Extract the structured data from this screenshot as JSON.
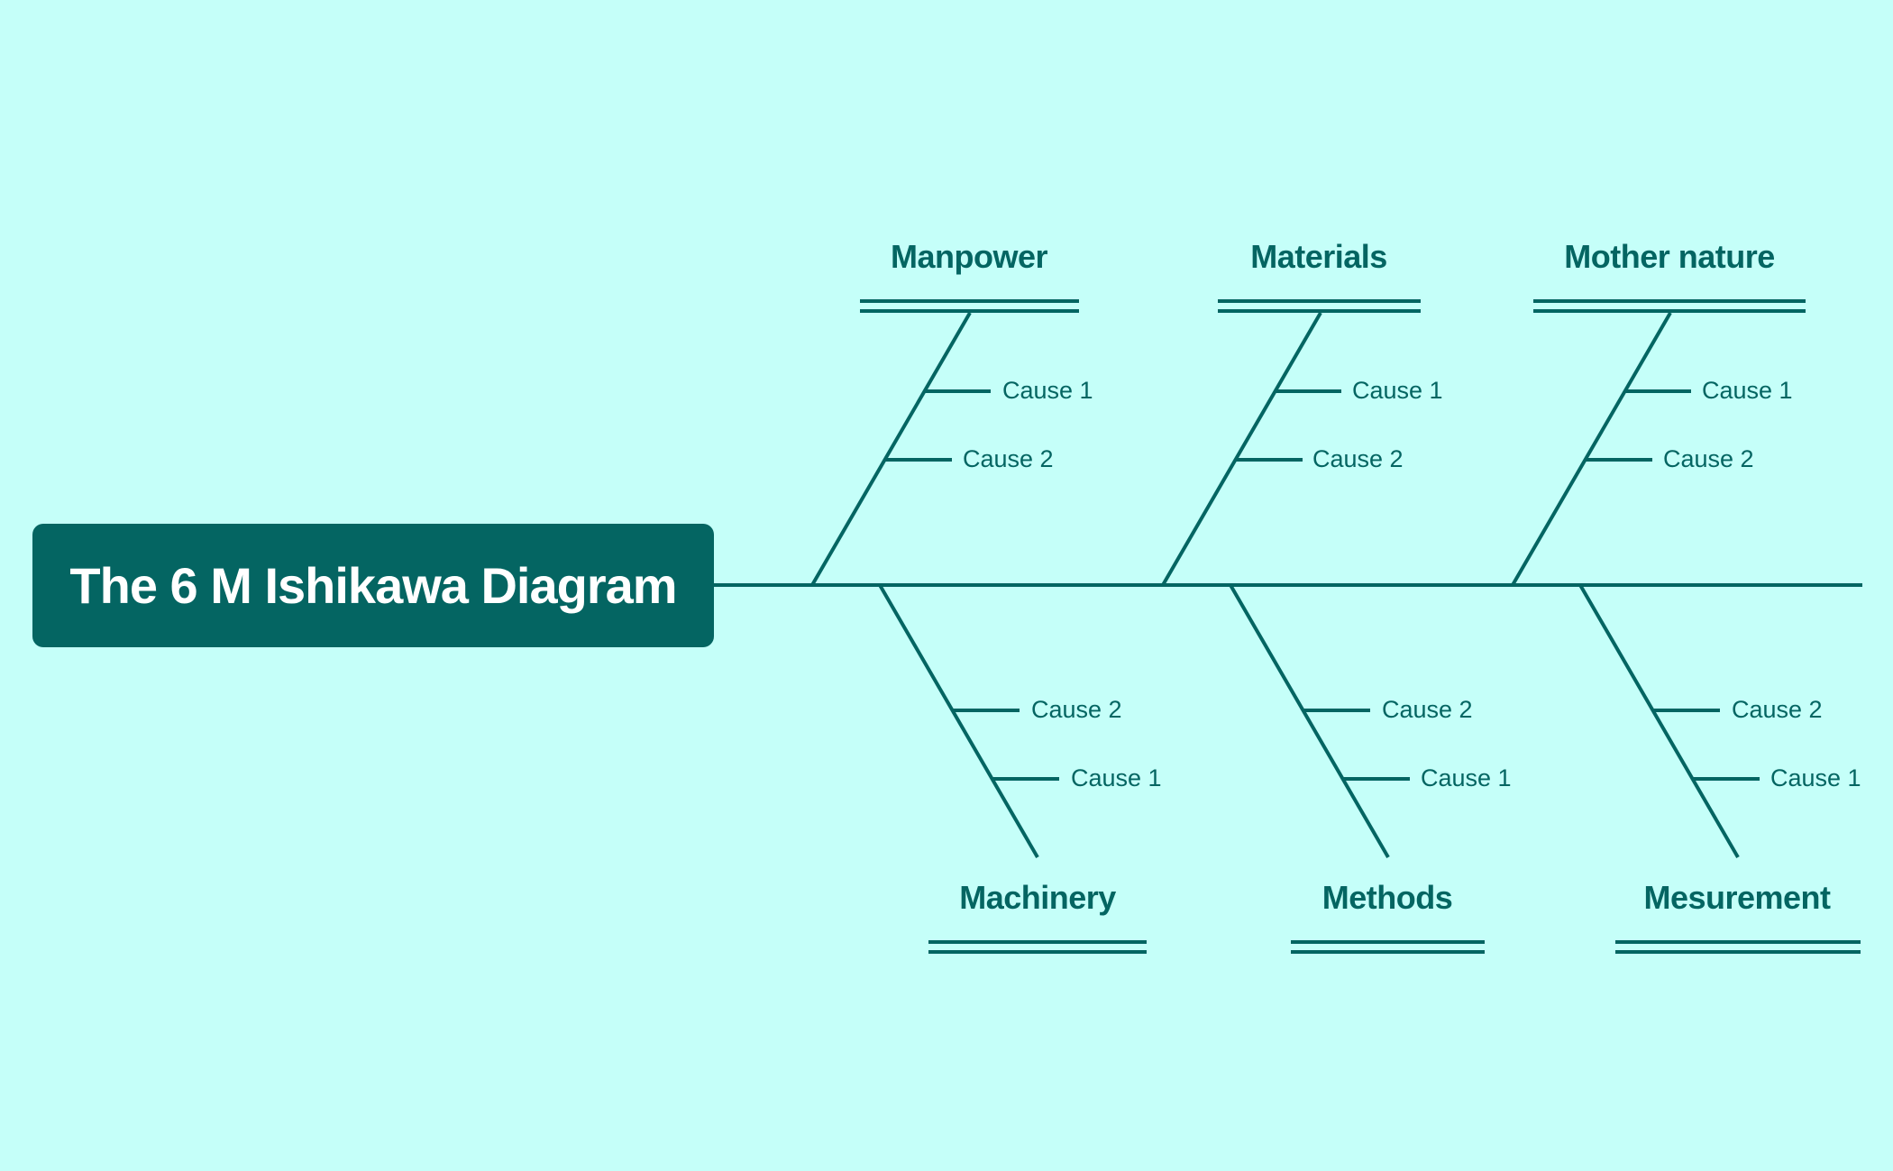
{
  "title": "The 6 M Ishikawa Diagram",
  "colors": {
    "background": "#c5fff9",
    "accent": "#046562",
    "title_text": "#ffffff"
  },
  "categories": [
    {
      "name": "Manpower",
      "causes": [
        "Cause 1",
        "Cause 2"
      ]
    },
    {
      "name": "Materials",
      "causes": [
        "Cause 1",
        "Cause 2"
      ]
    },
    {
      "name": "Mother nature",
      "causes": [
        "Cause 1",
        "Cause 2"
      ]
    },
    {
      "name": "Machinery",
      "causes": [
        "Cause 2",
        "Cause 1"
      ]
    },
    {
      "name": "Methods",
      "causes": [
        "Cause 2",
        "Cause 1"
      ]
    },
    {
      "name": "Mesurement",
      "causes": [
        "Cause 2",
        "Cause 1"
      ]
    }
  ]
}
